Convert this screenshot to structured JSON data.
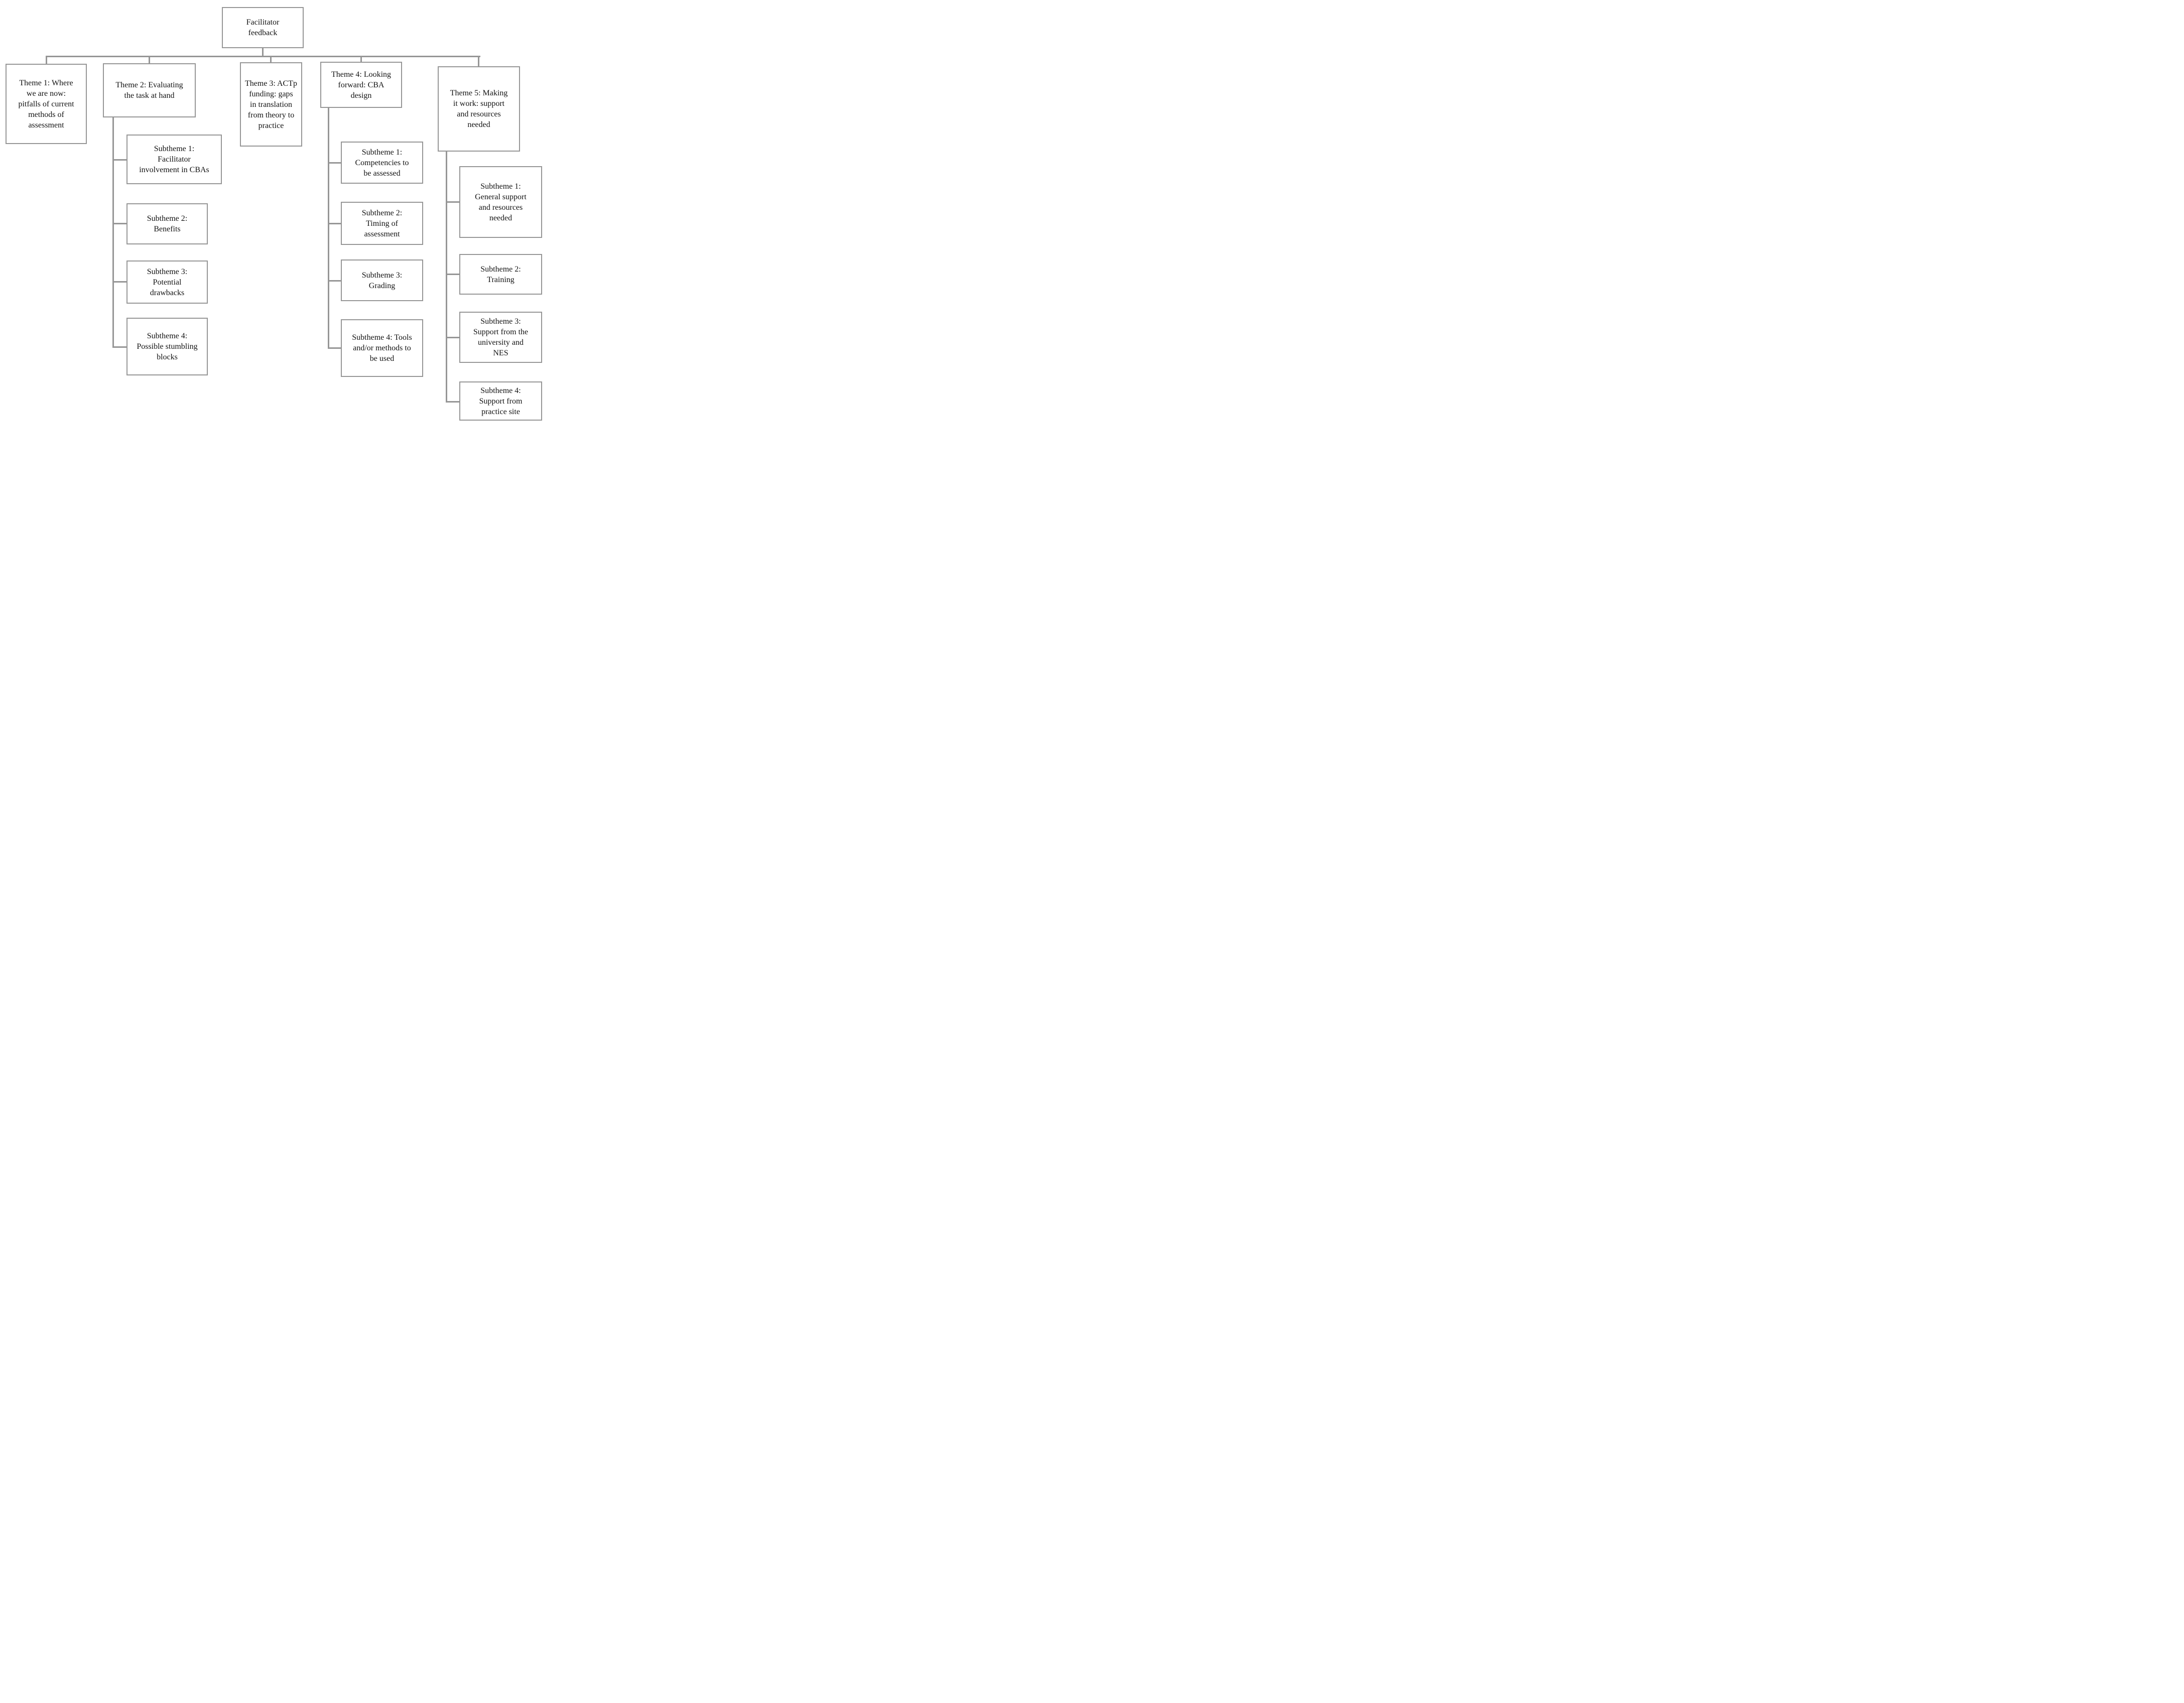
{
  "colors": {
    "border_and_lines": "#969696",
    "text": "#121212",
    "background": "#ffffff"
  },
  "diagram": {
    "root": {
      "label": "Facilitator\nfeedback"
    },
    "themes": [
      {
        "label": "Theme 1: Where\nwe are now:\npitfalls of current\nmethods of\nassessment",
        "subthemes": []
      },
      {
        "label": "Theme 2: Evaluating\nthe task at hand",
        "subthemes": [
          "Subtheme 1:\nFacilitator\ninvolvement in CBAs",
          "Subtheme 2:\nBenefits",
          "Subtheme 3:\nPotential\ndrawbacks",
          "Subtheme 4:\nPossible stumbling\nblocks"
        ]
      },
      {
        "label": "Theme 3: ACTp\nfunding: gaps\nin translation\nfrom theory to\npractice",
        "subthemes": []
      },
      {
        "label": "Theme 4: Looking\nforward: CBA\ndesign",
        "subthemes": [
          "Subtheme 1:\nCompetencies to\nbe assessed",
          "Subtheme 2:\nTiming of\nassessment",
          "Subtheme 3:\nGrading",
          "Subtheme 4: Tools\nand/or methods to\nbe used"
        ]
      },
      {
        "label": "Theme 5: Making\nit work: support\nand resources\nneeded",
        "subthemes": [
          "Subtheme 1:\nGeneral support\nand resources\nneeded",
          "Subtheme 2:\nTraining",
          "Subtheme 3:\nSupport from the\nuniversity and\nNES",
          "Subtheme 4:\nSupport from\npractice site"
        ]
      }
    ]
  }
}
